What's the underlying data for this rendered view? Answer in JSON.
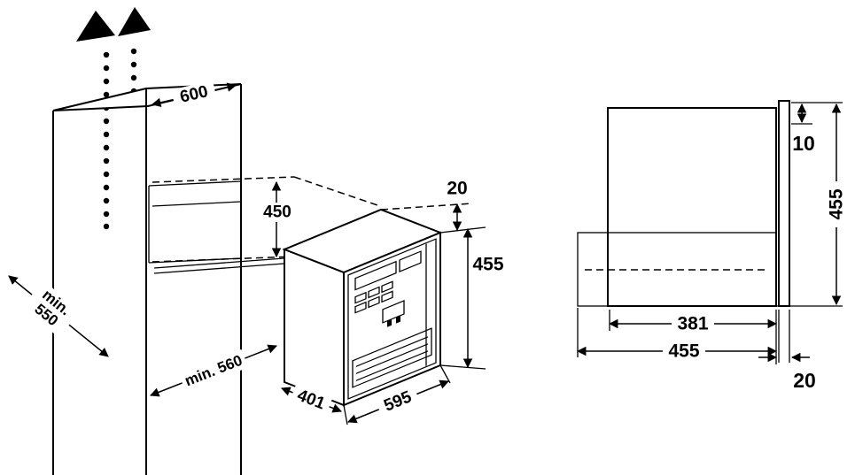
{
  "colors": {
    "line": "#000000",
    "shade": "#cccccc",
    "background": "#ffffff"
  },
  "isometric": {
    "top_depth": "600",
    "niche_height": "450",
    "top_gap": "20",
    "appliance_height": "455",
    "appliance_width": "595",
    "appliance_depth": "401",
    "niche_depth": "min. 560",
    "floor_clearance_l1": "min.",
    "floor_clearance_l2": "550"
  },
  "side": {
    "top_gap": "10",
    "height": "455",
    "inner_depth": "381",
    "total_depth": "455",
    "front_panel_thickness": "20"
  }
}
